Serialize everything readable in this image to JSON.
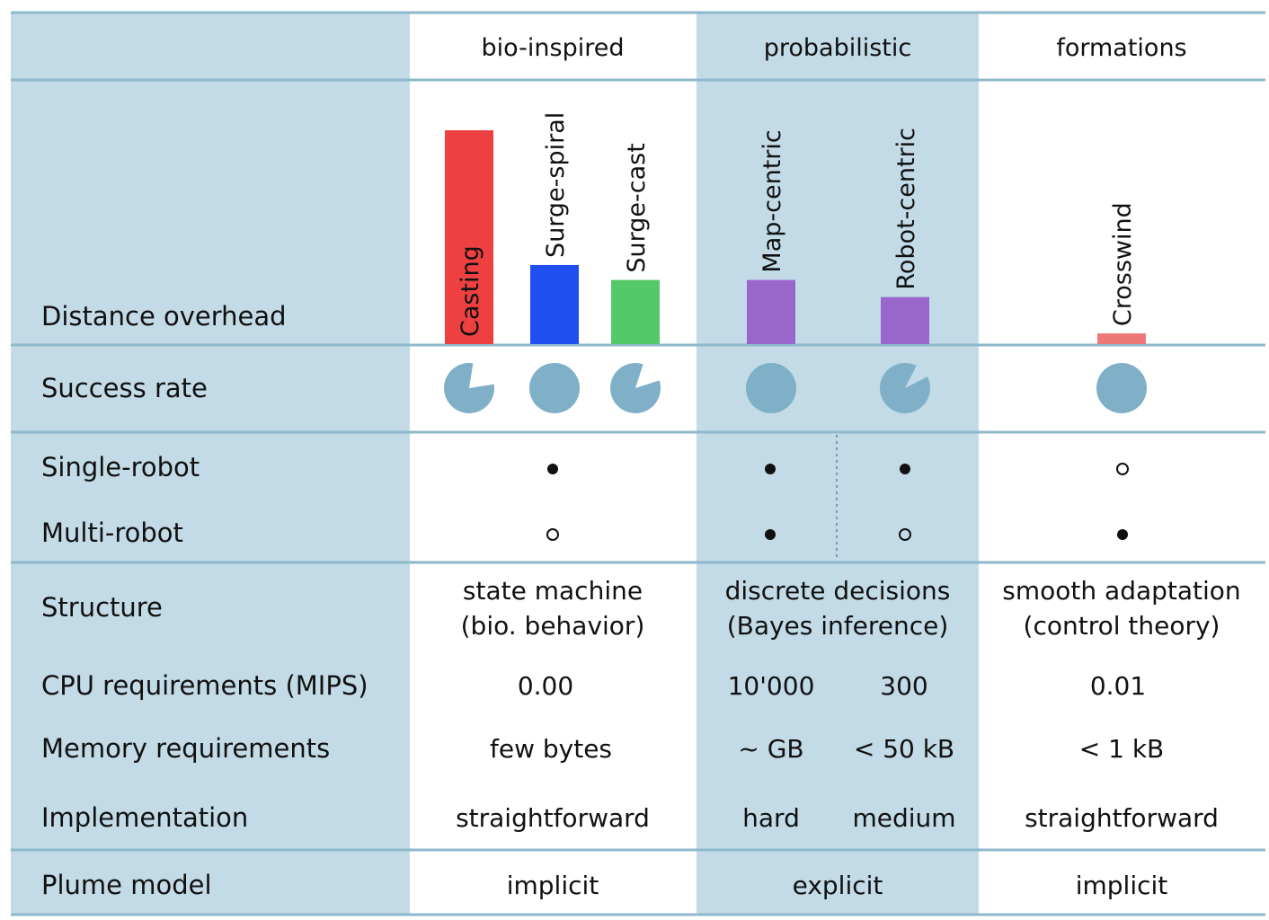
{
  "chart_data": {
    "type": "table",
    "columns": [
      {
        "group": "bio-inspired",
        "methods": [
          "Casting",
          "Surge-spiral",
          "Surge-cast"
        ]
      },
      {
        "group": "probabilistic",
        "methods": [
          "Map-centric",
          "Robot-centric"
        ]
      },
      {
        "group": "formations",
        "methods": [
          "Crosswind"
        ]
      }
    ],
    "rows": {
      "distance": "Distance overhead",
      "success": "Success rate",
      "single": "Single-robot",
      "multi": "Multi-robot",
      "structure": "Structure",
      "cpu": "CPU requirements (MIPS)",
      "memory": "Memory requirements",
      "implementation": "Implementation",
      "plume": "Plume model"
    },
    "distance_overhead": [
      {
        "method": "Casting",
        "value": 1.0,
        "color": "#ee4040"
      },
      {
        "method": "Surge-spiral",
        "value": 0.37,
        "color": "#1f4ff0"
      },
      {
        "method": "Surge-cast",
        "value": 0.3,
        "color": "#55c96a"
      },
      {
        "method": "Map-centric",
        "value": 0.3,
        "color": "#9966cc"
      },
      {
        "method": "Robot-centric",
        "value": 0.22,
        "color": "#9966cc"
      },
      {
        "method": "Crosswind",
        "value": 0.05,
        "color": "#ee7777"
      }
    ],
    "success_rate": [
      {
        "method": "Casting",
        "value": 0.8
      },
      {
        "method": "Surge-spiral",
        "value": 1.0
      },
      {
        "method": "Surge-cast",
        "value": 0.85
      },
      {
        "method": "Map-centric",
        "value": 1.0
      },
      {
        "method": "Robot-centric",
        "value": 0.9
      },
      {
        "method": "Crosswind",
        "value": 1.0
      }
    ],
    "single_robot": [
      {
        "group": "bio-inspired",
        "supported": true
      },
      {
        "group": "Map-centric",
        "supported": true
      },
      {
        "group": "Robot-centric",
        "supported": true
      },
      {
        "group": "formations",
        "supported": false
      }
    ],
    "multi_robot": [
      {
        "group": "bio-inspired",
        "supported": false
      },
      {
        "group": "Map-centric",
        "supported": true
      },
      {
        "group": "Robot-centric",
        "supported": false
      },
      {
        "group": "formations",
        "supported": true
      }
    ],
    "structure": [
      [
        "state machine",
        "(bio. behavior)"
      ],
      [
        "discrete decisions",
        "(Bayes inference)"
      ],
      [
        "smooth adaptation",
        "(control theory)"
      ]
    ],
    "cpu": [
      "0.00",
      "10'000",
      "300",
      "0.01"
    ],
    "memory": [
      "few bytes",
      "~ GB",
      "< 50 kB",
      "< 1 kB"
    ],
    "implementation": [
      "straightforward",
      "hard",
      "medium",
      "straightforward"
    ],
    "plume_model": [
      "implicit",
      "explicit",
      "implicit"
    ],
    "colors": {
      "band": "#c2dbe6",
      "rule": "#8fb8cc",
      "pie": "#7fb0c8"
    }
  }
}
